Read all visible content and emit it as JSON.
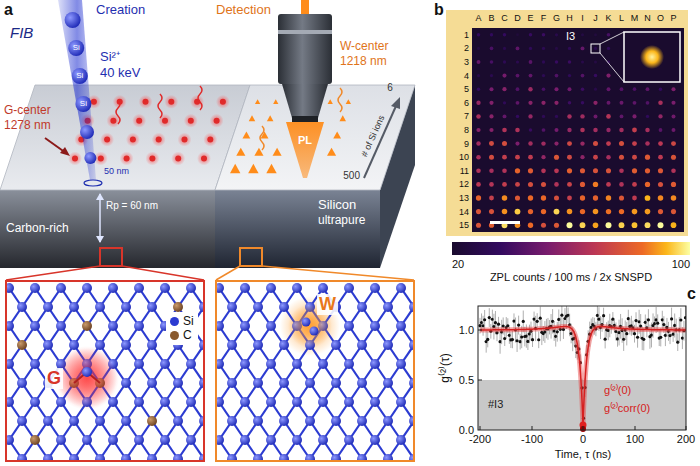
{
  "diagram": {
    "nodes": [
      {
        "text": [
          "G"
        ]
      },
      {
        "text": [
          "W"
        ]
      }
    ],
    "labels": [
      "a",
      "FIB",
      "Creation",
      "Si",
      "Si",
      "Si",
      "Si²⁺",
      "40 keV",
      "G-center",
      "1278 nm",
      "50 nm",
      "Rp = 60 nm",
      "Carbon-rich",
      "Detection",
      "W-center",
      "1218 nm",
      "PL",
      "# of Si ions",
      "6",
      "500",
      "Silicon",
      "ultrapure",
      "b",
      "A",
      "B",
      "C",
      "D",
      "E",
      "F",
      "G",
      "H",
      "I",
      "J",
      "K",
      "L",
      "M",
      "N",
      "O",
      "P",
      "1",
      "2",
      "3",
      "4",
      "5",
      "6",
      "7",
      "8",
      "9",
      "10",
      "11",
      "12",
      "13",
      "14",
      "15",
      "I3",
      "20",
      "100",
      "ZPL counts / 100 ms / 2x SNSPD",
      "c",
      "1.0",
      "0.5",
      "0.0",
      "-200",
      "-100",
      "0",
      "100",
      "200",
      "g⁽²⁾(τ)",
      "Time, τ (ns)",
      "#I3",
      "g⁽²⁾(0)",
      "g⁽²⁾corr(0)"
    ],
    "legend": [
      {
        "text": "Si",
        "color": "#2b3bd1"
      },
      {
        "text": "C",
        "color": "#8a5a2e"
      }
    ]
  }
}
